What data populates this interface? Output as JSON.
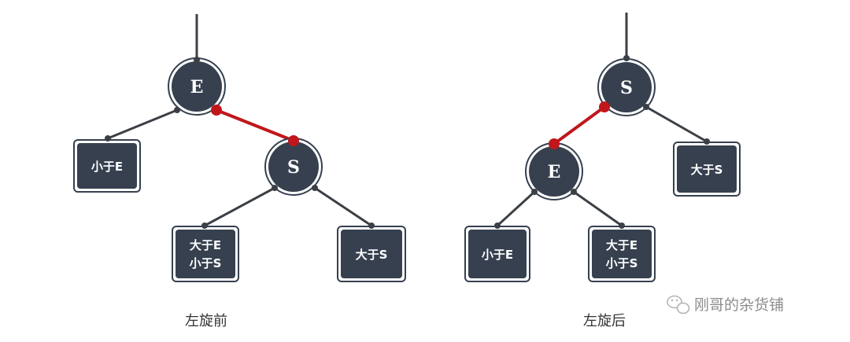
{
  "colors": {
    "node_fill": "#36404f",
    "node_ring": "#36404f",
    "edge": "#3b3f46",
    "highlight_edge": "#c0161c",
    "box_fill": "#36404f",
    "dot": "#3b3f46"
  },
  "before": {
    "caption": "左旋前",
    "nodes": [
      {
        "id": "E",
        "label": "E"
      },
      {
        "id": "S",
        "label": "S"
      }
    ],
    "boxes": [
      {
        "id": "lt-e",
        "lines": [
          "小于E"
        ]
      },
      {
        "id": "mid",
        "lines": [
          "大于E",
          "小于S"
        ]
      },
      {
        "id": "gt-s",
        "lines": [
          "大于S"
        ]
      }
    ]
  },
  "after": {
    "caption": "左旋后",
    "nodes": [
      {
        "id": "S",
        "label": "S"
      },
      {
        "id": "E",
        "label": "E"
      }
    ],
    "boxes": [
      {
        "id": "gt-s",
        "lines": [
          "大于S"
        ]
      },
      {
        "id": "lt-e",
        "lines": [
          "小于E"
        ]
      },
      {
        "id": "mid",
        "lines": [
          "大于E",
          "小于S"
        ]
      }
    ]
  },
  "watermark": {
    "text": "刚哥的杂货铺",
    "icon": "wechat-icon"
  }
}
